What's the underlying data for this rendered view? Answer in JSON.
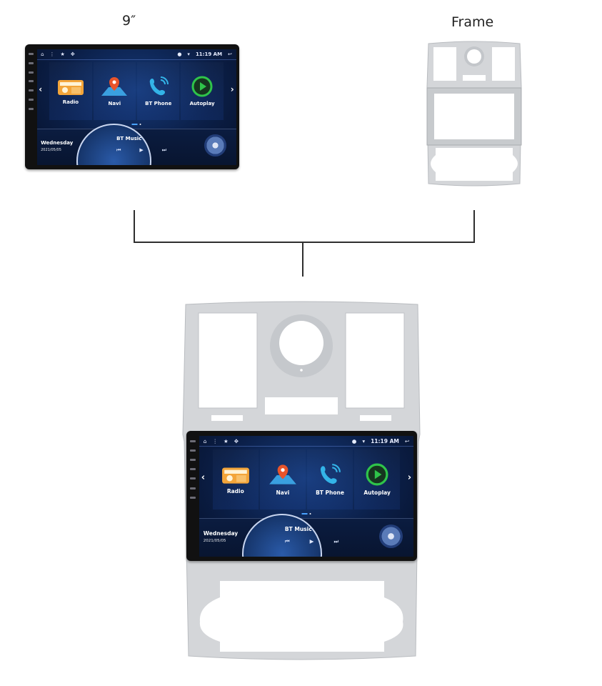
{
  "labels": {
    "unit_label": "9″",
    "frame_label": "Frame"
  },
  "head_unit": {
    "status_bar": {
      "left_icons": [
        "home-icon",
        "more-vert-icon",
        "star-icon",
        "navigation-icon"
      ],
      "right_icons": [
        "sd-card-icon",
        "location-icon",
        "wifi-icon"
      ],
      "time": "11:19 AM",
      "back_icon": "back-icon"
    },
    "nav": {
      "prev": "‹",
      "next": "›"
    },
    "apps": [
      {
        "label": "Radio",
        "icon": "radio-icon",
        "color": "#f3a53a"
      },
      {
        "label": "Navi",
        "icon": "map-pin-icon",
        "color": "#e8542a"
      },
      {
        "label": "BT Phone",
        "icon": "phone-icon",
        "color": "#33b4e8"
      },
      {
        "label": "Autoplay",
        "icon": "play-circle-icon",
        "color": "#2fc44a"
      }
    ],
    "dock": {
      "day": "Wednesday",
      "date": "2021/05/05",
      "music_title": "BT Music",
      "controls": [
        "⏮",
        "▶",
        "⏭"
      ]
    },
    "side_buttons": [
      "mic",
      "rst",
      "home",
      "apps",
      "back",
      "vol-up",
      "menu",
      "vol-down"
    ]
  },
  "colors": {
    "frame_silver": "#d4d6d9",
    "connector": "#2e2e2e",
    "screen_bg": "#0b1f48"
  }
}
